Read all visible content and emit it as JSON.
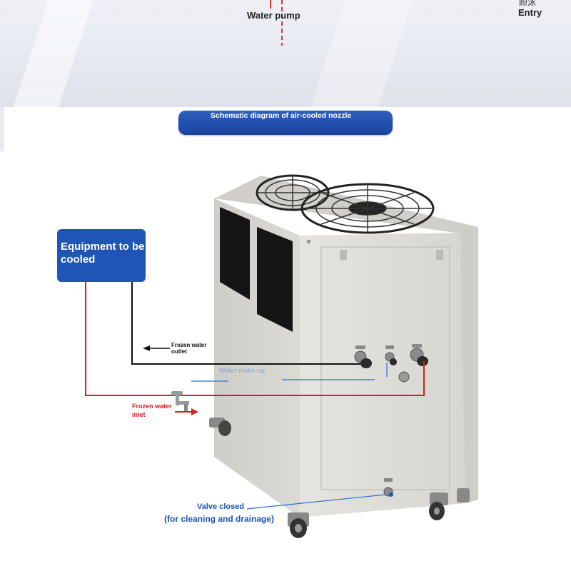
{
  "header": {
    "water_pump_label": "Water pump",
    "entry_label": "Entry",
    "entry_glyph": "顾泳"
  },
  "banner": {
    "title": "Schematic diagram of air-cooled nozzle"
  },
  "equipment_box": {
    "label": "Equipment to be cooled"
  },
  "labels": {
    "frozen_water_outlet": "Frozen water outlet",
    "frozen_water_inlet": "Frozen water inlet",
    "valve_closed": "Valve closed",
    "cleaning_drainage": "(for cleaning and drainage)",
    "blurred_blue_label": "Water make-up"
  },
  "colors": {
    "banner_blue": "#1f4fb0",
    "box_blue": "#1f55b5",
    "inlet_red": "#d52020",
    "outlet_black": "#111111",
    "label_blue": "#1a52b8",
    "chiller_body": "#dddcd8"
  }
}
